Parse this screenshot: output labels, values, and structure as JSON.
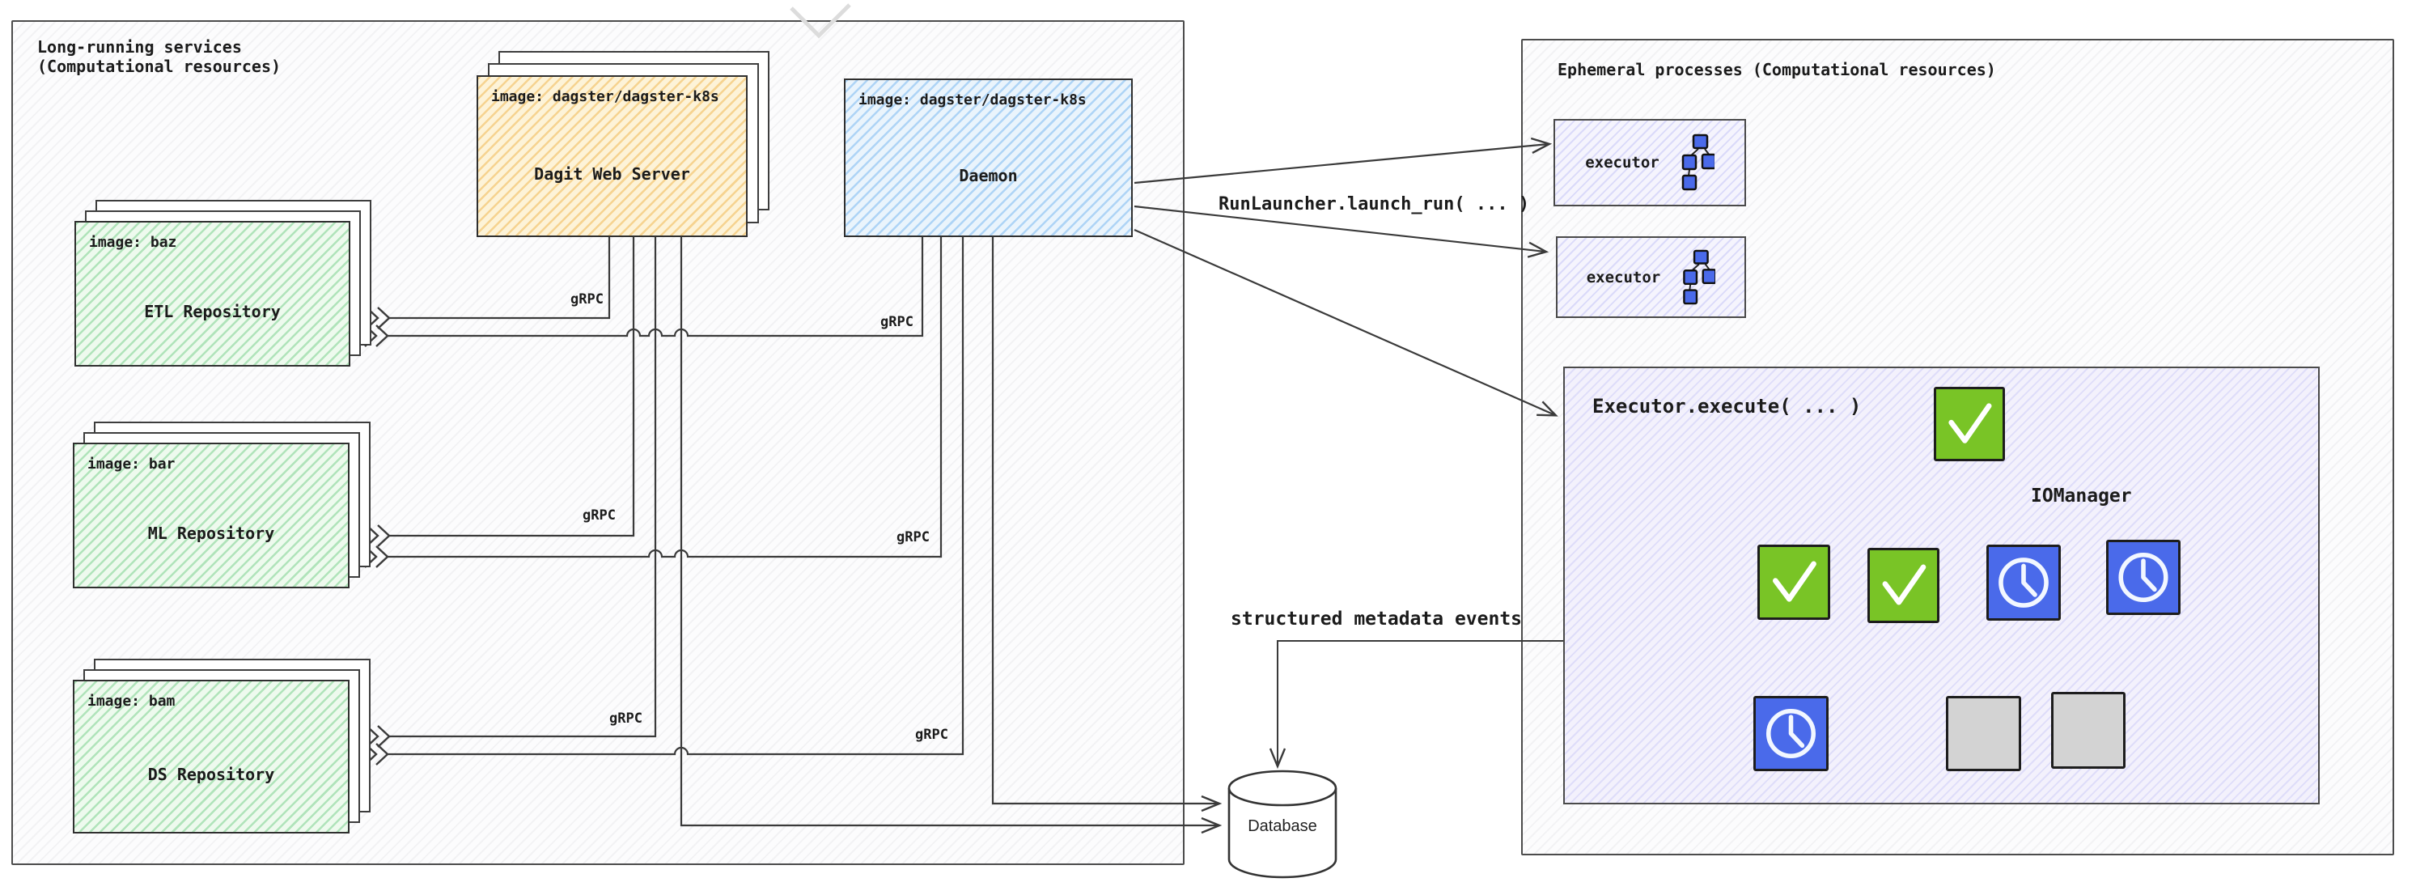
{
  "left_panel": {
    "title_line1": "Long-running services",
    "title_line2": "(Computational resources)",
    "dagit": {
      "image_label": "image: dagster/dagster-k8s",
      "name": "Dagit Web Server"
    },
    "daemon": {
      "image_label": "image: dagster/dagster-k8s",
      "name": "Daemon"
    },
    "repos": [
      {
        "image_label": "image: baz",
        "name": "ETL Repository"
      },
      {
        "image_label": "image: bar",
        "name": "ML Repository"
      },
      {
        "image_label": "image: bam",
        "name": "DS Repository"
      }
    ]
  },
  "right_panel": {
    "title": "Ephemeral processes (Computational resources)",
    "executors": [
      {
        "label": "executor"
      },
      {
        "label": "executor"
      }
    ],
    "execute_box": {
      "title": "Executor.execute( ... )",
      "io_manager_label": "IOManager"
    }
  },
  "connections": {
    "grpc_label": "gRPC",
    "run_launcher_label": "RunLauncher.launch_run( ... )",
    "metadata_label": "structured metadata events"
  },
  "database": {
    "label": "Database"
  },
  "colors": {
    "success_green": "#79c426",
    "waiting_blue": "#4a6aea",
    "pending_gray": "#d3d3d3",
    "dagit_yellow": "#fdf3d8",
    "daemon_blue": "#eaf4fc",
    "repo_green": "#eefaee",
    "ephemeral_lavender": "#f5f4fd"
  }
}
